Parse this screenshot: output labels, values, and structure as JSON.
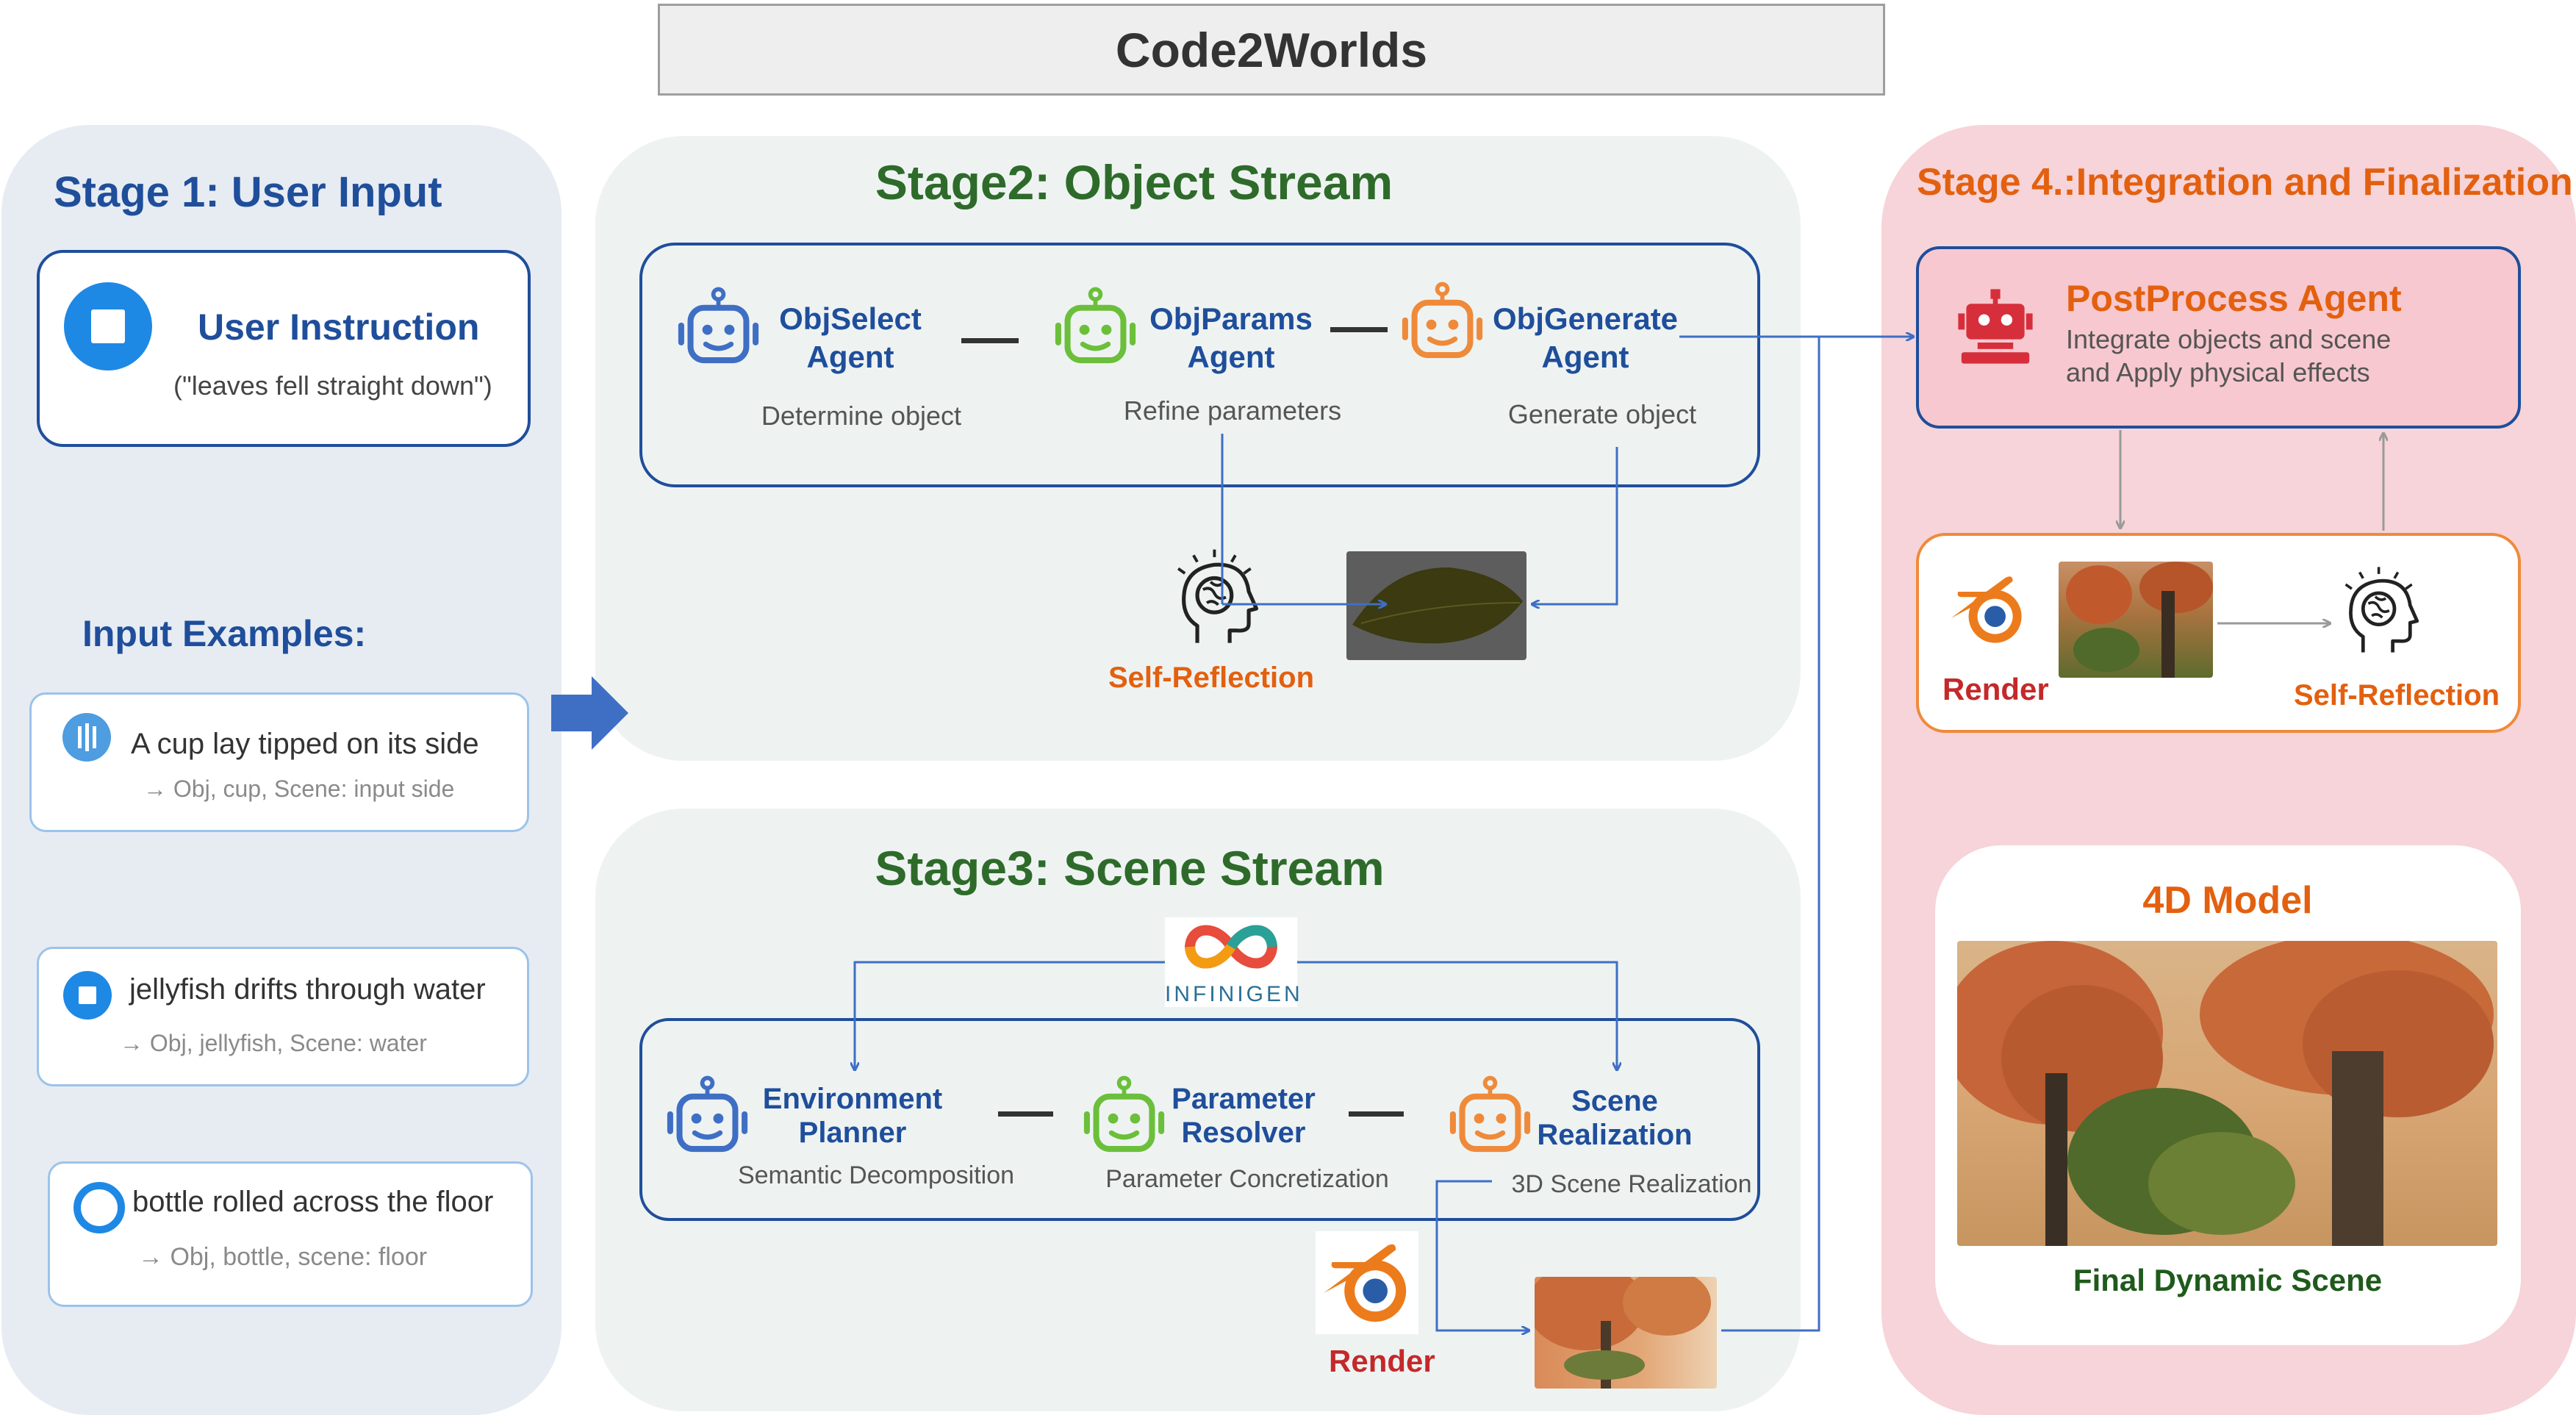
{
  "title": "Code2Worlds",
  "stage1": {
    "title": "Stage 1: User Input",
    "instruction_title": "User Instruction",
    "instruction_text": "(\"leaves fell straight down\")",
    "examples_title": "Input Examples:",
    "examples": [
      {
        "text": "A cup lay tipped on its side",
        "sub": "→ Obj, cup, Scene: input side"
      },
      {
        "text": "jellyfish drifts through water",
        "sub": "→ Obj, jellyfish, Scene: water"
      },
      {
        "text": "bottle rolled across the floor",
        "sub": "→ Obj, bottle, scene: floor"
      }
    ]
  },
  "stage2": {
    "title": "Stage2: Object Stream",
    "agents": [
      {
        "name_l1": "ObjSelect",
        "name_l2": "Agent",
        "desc": "Determine object",
        "color": "#3f6fc4"
      },
      {
        "name_l1": "ObjParams",
        "name_l2": "Agent",
        "desc": "Refine parameters",
        "color": "#6bbf3a"
      },
      {
        "name_l1": "ObjGenerate",
        "name_l2": "Agent",
        "desc": "Generate object",
        "color": "#ef8a3a"
      }
    ],
    "reflection_label": "Self-Reflection"
  },
  "stage3": {
    "title": "Stage3: Scene Stream",
    "infinigen_label": "INFINIGEN",
    "agents": [
      {
        "name_l1": "Environment",
        "name_l2": "Planner",
        "desc": "Semantic Decomposition",
        "color": "#3f6fc4"
      },
      {
        "name_l1": "Parameter",
        "name_l2": "Resolver",
        "desc": "Parameter Concretization",
        "color": "#6bbf3a"
      },
      {
        "name_l1": "Scene",
        "name_l2": "Realization",
        "desc": "3D Scene Realization",
        "color": "#ef8a3a"
      }
    ],
    "render_label": "Render"
  },
  "stage4": {
    "title": "Stage 4.:Integration and Finalization",
    "agent_name": "PostProcess Agent",
    "agent_desc_l1": "Integrate objects and scene",
    "agent_desc_l2": "and Apply physical effects",
    "render_label": "Render",
    "reflection_label": "Self-Reflection",
    "model_title": "4D Model",
    "model_caption": "Final Dynamic Scene"
  },
  "colors": {
    "blue_title": "#1f4e9b",
    "green_title": "#2e6b2a",
    "orange_title": "#e3600f",
    "arrow_blue": "#3f6fc4",
    "render_red": "#c4292a"
  }
}
